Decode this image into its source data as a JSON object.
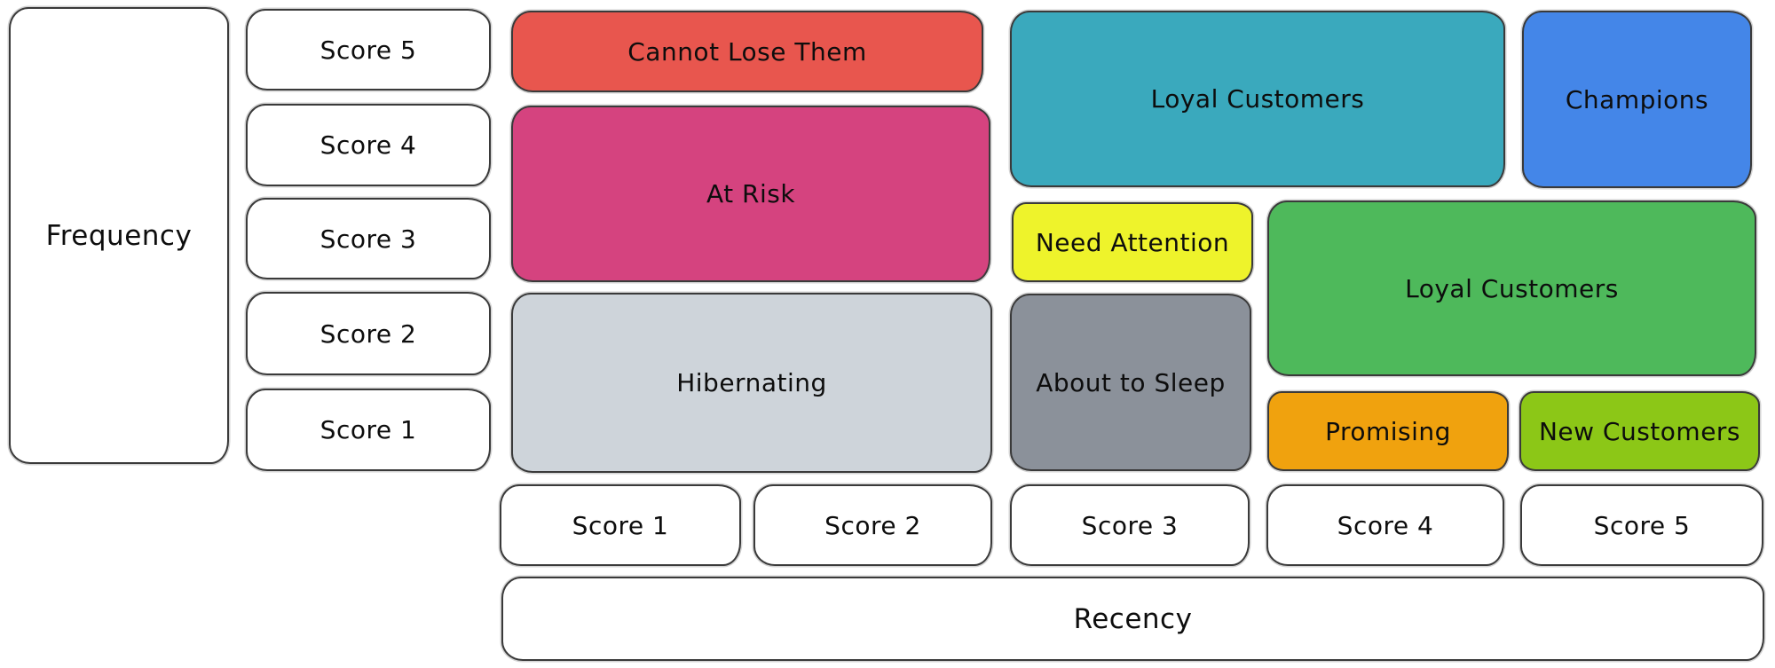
{
  "frequency_axis": {
    "label": "Frequency",
    "scores": [
      "Score 5",
      "Score 4",
      "Score 3",
      "Score 2",
      "Score 1"
    ]
  },
  "recency_axis": {
    "label": "Recency",
    "scores": [
      "Score 1",
      "Score 2",
      "Score 3",
      "Score 4",
      "Score 5"
    ]
  },
  "segments": [
    {
      "key": "cannot-lose-them",
      "label": "Cannot Lose Them",
      "color": "#e8564e",
      "recency_scores": "1-2",
      "frequency_scores": "5"
    },
    {
      "key": "at-risk",
      "label": "At Risk",
      "color": "#d5437f",
      "recency_scores": "1-2",
      "frequency_scores": "3-4"
    },
    {
      "key": "hibernating",
      "label": "Hibernating",
      "color": "#ced4da",
      "recency_scores": "1-2",
      "frequency_scores": "1-2"
    },
    {
      "key": "loyal-customers-upper",
      "label": "Loyal Customers",
      "color": "#3aa9bd",
      "recency_scores": "3-4",
      "frequency_scores": "4-5"
    },
    {
      "key": "champions",
      "label": "Champions",
      "color": "#4486e8",
      "recency_scores": "5",
      "frequency_scores": "4-5"
    },
    {
      "key": "need-attention",
      "label": "Need Attention",
      "color": "#eef32b",
      "recency_scores": "3",
      "frequency_scores": "3"
    },
    {
      "key": "loyal-customers-lower",
      "label": "Loyal Customers",
      "color": "#4eb95b",
      "recency_scores": "4-5",
      "frequency_scores": "2-3"
    },
    {
      "key": "about-to-sleep",
      "label": "About to Sleep",
      "color": "#8b919a",
      "recency_scores": "3",
      "frequency_scores": "1-2"
    },
    {
      "key": "promising",
      "label": "Promising",
      "color": "#f0a20e",
      "recency_scores": "4",
      "frequency_scores": "1"
    },
    {
      "key": "new-customers",
      "label": "New Customers",
      "color": "#8cc717",
      "recency_scores": "5",
      "frequency_scores": "1"
    }
  ],
  "colors": {
    "background": "#ffffff",
    "box_border": "#3a3a3a",
    "text": "#0d0d0d"
  }
}
